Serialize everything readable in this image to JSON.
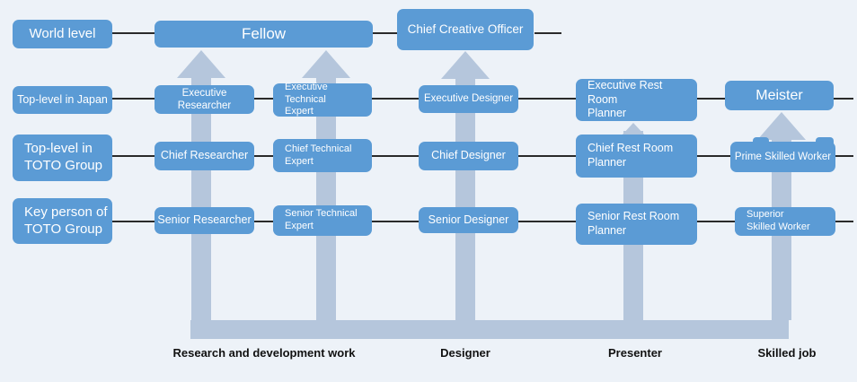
{
  "diagram": {
    "title_hint": "Specialist qualification career map",
    "row_labels": [
      {
        "text": "World level"
      },
      {
        "text": "Top-level in Japan"
      },
      {
        "text": "Top-level in\nTOTO Group"
      },
      {
        "text": "Key person of\nTOTO Group"
      }
    ],
    "apex": [
      {
        "text": "Fellow"
      },
      {
        "text": "Chief Creative Officer"
      }
    ],
    "grid": {
      "top_japan": [
        "Executive Researcher",
        "Executive Technical\nExpert",
        "Executive  Designer",
        "Executive Rest Room\nPlanner",
        "Meister"
      ],
      "top_toto": [
        "Chief Researcher",
        "Chief Technical\nExpert",
        "Chief  Designer",
        "Chief Rest Room\nPlanner",
        "Prime Skilled Worker"
      ],
      "key_person": [
        "Senior Researcher",
        "Senior Technical\nExpert",
        "Senior Designer",
        "Senior Rest Room\nPlanner",
        "Superior\nSkilled Worker"
      ]
    },
    "categories": [
      "Research and development work",
      "Designer",
      "Presenter",
      "Skilled job"
    ],
    "colors": {
      "box": "#5b9bd5",
      "arrow": "#b5c6dc",
      "background": "#edf2f8",
      "line": "#2a2a2a",
      "category_text": "#111111"
    }
  }
}
